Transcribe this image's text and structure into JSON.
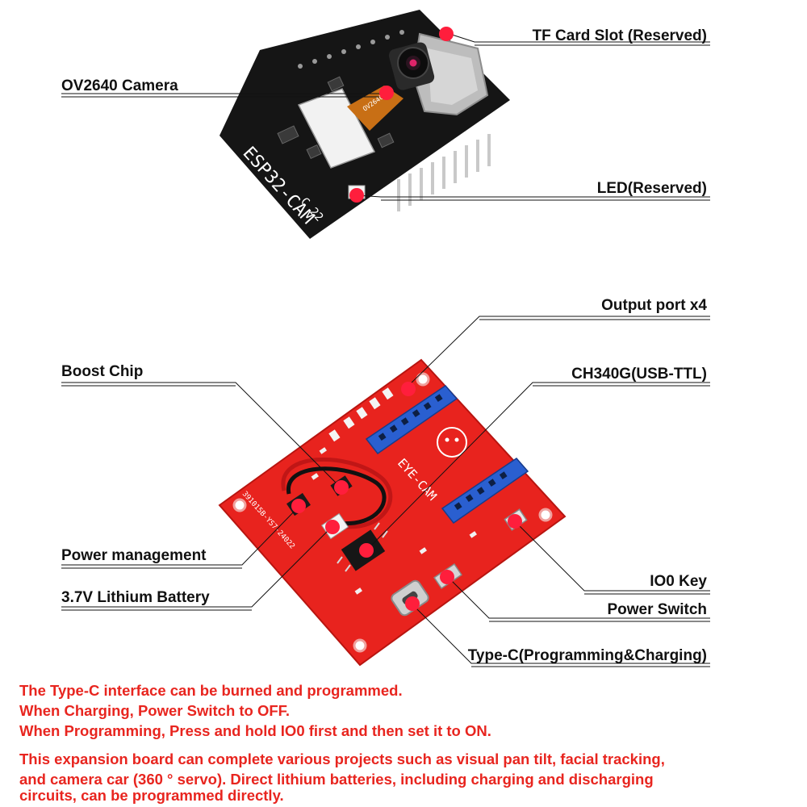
{
  "top_board": {
    "silkscreen": "ESP32-CAM",
    "chip_mark": "OV2640",
    "labels": {
      "tf_card": "TF Card Slot (Reserved)",
      "camera": "OV2640 Camera",
      "led": "LED(Reserved)"
    }
  },
  "bottom_board": {
    "silkscreen": "EYE-CAM",
    "labels": {
      "output_port": "Output port x4",
      "boost_chip": "Boost Chip",
      "ch340g": "CH340G(USB-TTL)",
      "power_mgmt": "Power management",
      "battery": "3.7V Lithium Battery",
      "io0_key": "IO0 Key",
      "power_switch": "Power Switch",
      "typec": "Type-C(Programming&Charging)"
    }
  },
  "notes": {
    "line1": "The Type-C interface can be burned and programmed.",
    "line2": "When Charging, Power Switch to OFF.",
    "line3": "When Programming, Press and hold IO0 first and then set it to ON.",
    "para_line1": "This expansion board can complete various projects such as visual pan tilt, facial tracking,",
    "para_line2": "and camera car (360 ° servo). Direct lithium batteries, including charging and discharging",
    "para_line3": "circuits, can be programmed directly."
  },
  "colors": {
    "board_red": "#e8231e",
    "board_black": "#151515",
    "header_blue": "#2a5fd0",
    "marker_red": "#ff1e3c",
    "note_red": "#e8251f"
  }
}
